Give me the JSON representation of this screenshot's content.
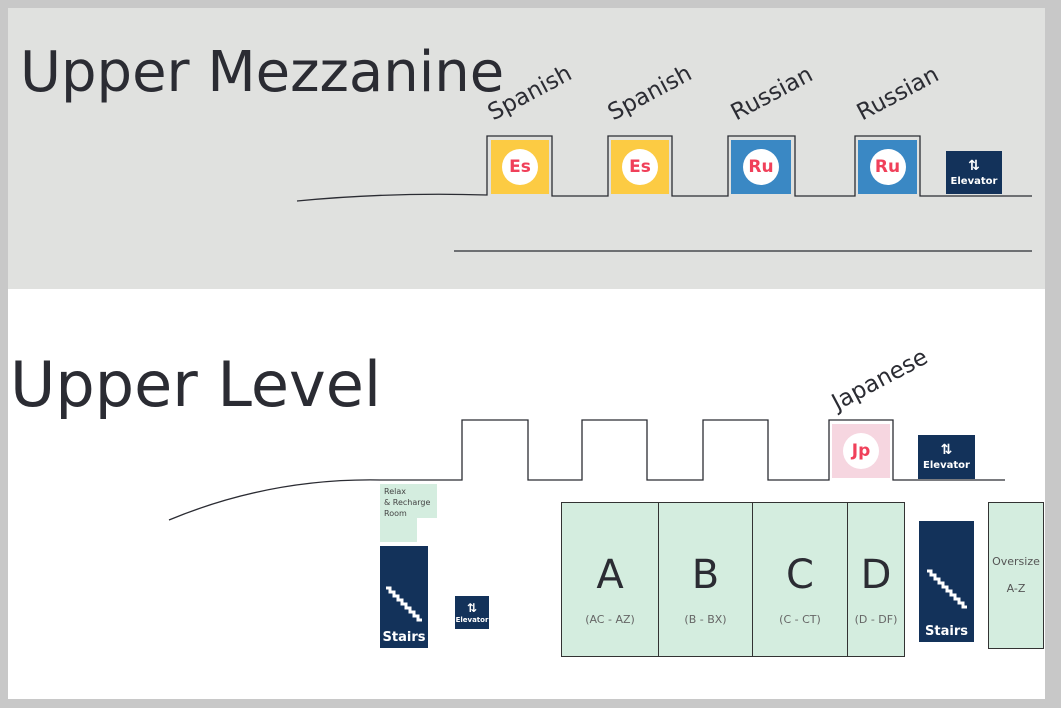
{
  "mezzanine": {
    "title": "Upper Mezzanine",
    "rooms": [
      {
        "label": "Spanish",
        "badge": "Es",
        "color": "#fccb43",
        "badge_color": "#f0405a"
      },
      {
        "label": "Spanish",
        "badge": "Es",
        "color": "#fccb43",
        "badge_color": "#f0405a"
      },
      {
        "label": "Russian",
        "badge": "Ru",
        "color": "#3a88c4",
        "badge_color": "#f0405a"
      },
      {
        "label": "Russian",
        "badge": "Ru",
        "color": "#3a88c4",
        "badge_color": "#f0405a"
      }
    ],
    "elevator_label": "Elevator"
  },
  "upper_level": {
    "title": "Upper Level",
    "japanese": {
      "label": "Japanese",
      "badge": "Jp",
      "color": "#f6d6e0",
      "badge_color": "#f0405a"
    },
    "elevator_label": "Elevator",
    "small_elevator_label": "Elevator",
    "relax_room": "Relax\n& Recharge\nRoom",
    "stairs_left": "Stairs",
    "stairs_right": "Stairs",
    "shelves": [
      {
        "letter": "A",
        "range": "(AC - AZ)"
      },
      {
        "letter": "B",
        "range": "(B - BX)"
      },
      {
        "letter": "C",
        "range": "(C - CT)"
      },
      {
        "letter": "D",
        "range": "(D - DF)"
      }
    ],
    "oversize": {
      "label": "Oversize",
      "range": "A-Z"
    }
  },
  "colors": {
    "navy": "#13325a",
    "shelf_green": "#d4eddf",
    "mezz_bg": "#e0e1df"
  }
}
